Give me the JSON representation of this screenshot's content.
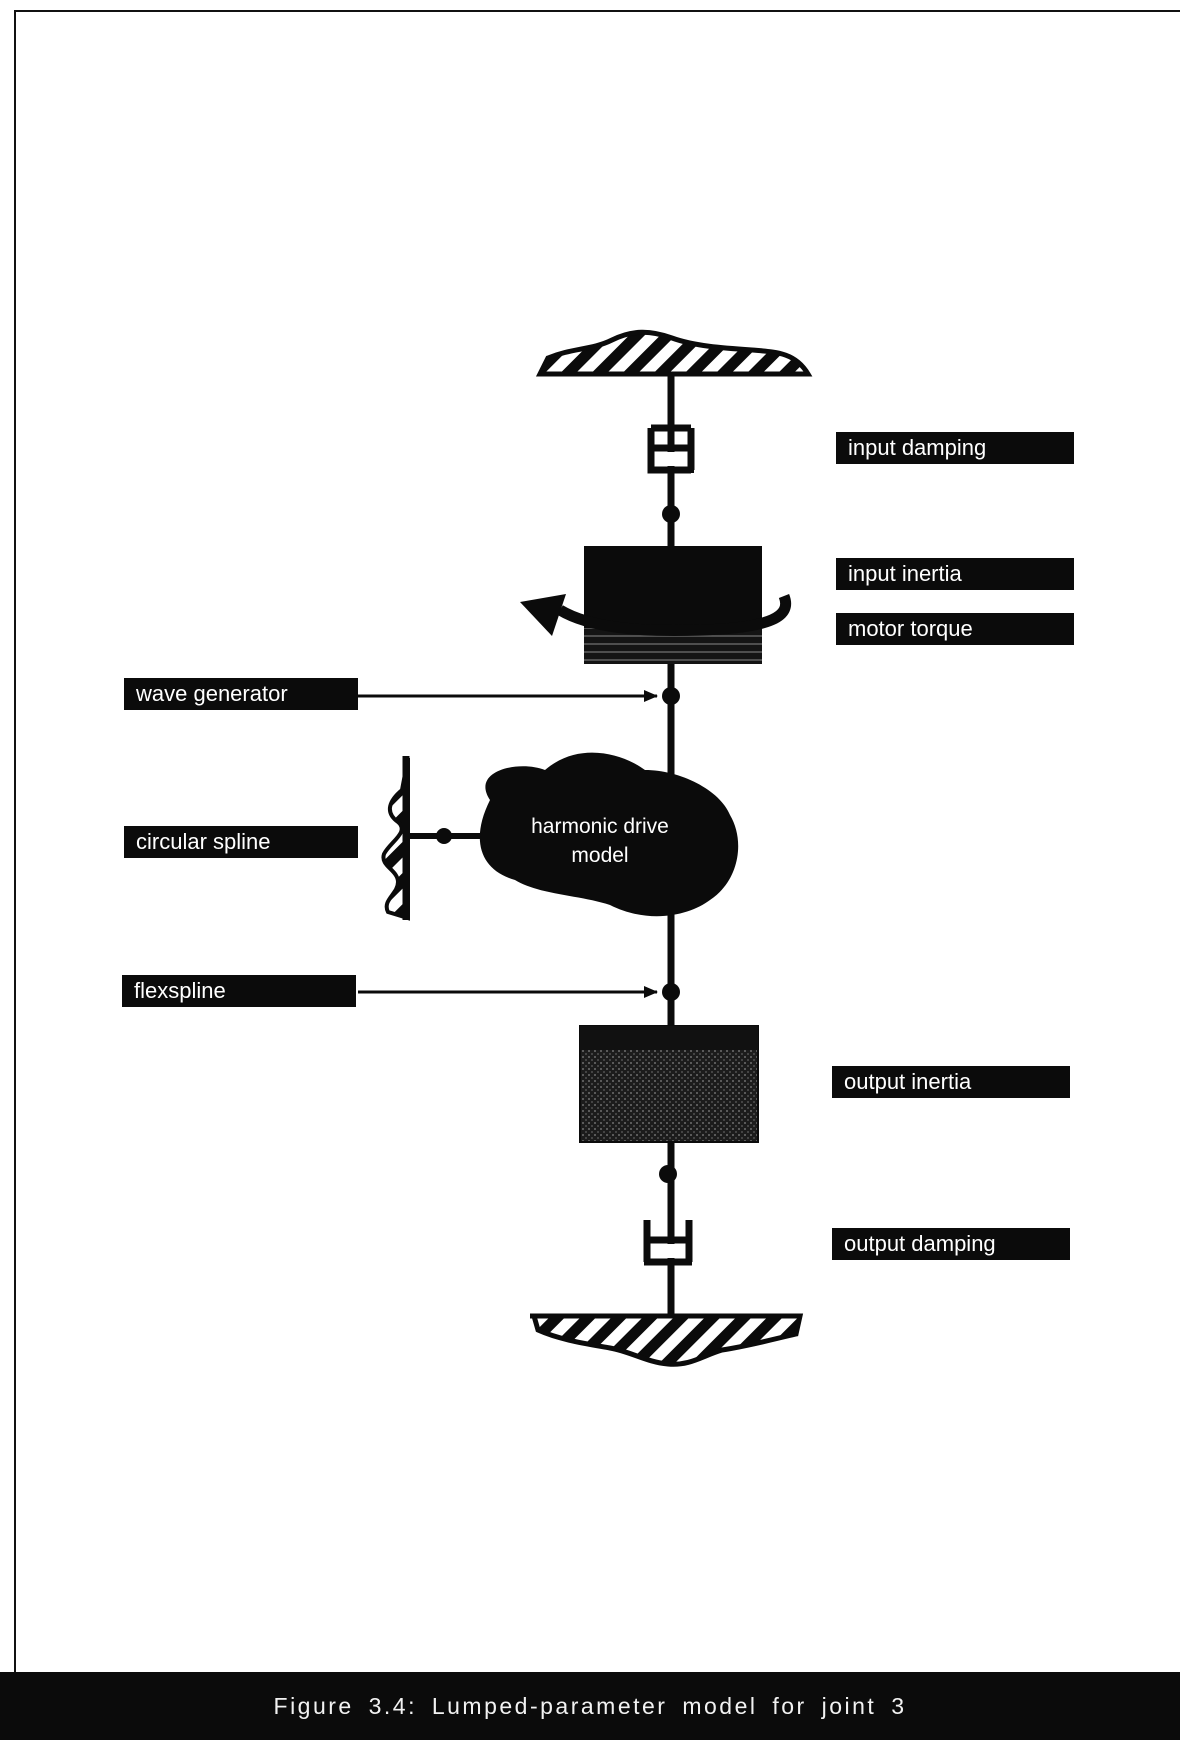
{
  "labels": {
    "input_damping": "input damping",
    "input_inertia": "input inertia",
    "motor_torque": "motor torque",
    "wave_generator": "wave generator",
    "circular_spline": "circular spline",
    "flexspline": "flexspline",
    "output_inertia": "output inertia",
    "output_damping": "output damping"
  },
  "blob": {
    "line1": "harmonic drive",
    "line2": "model"
  },
  "caption": "Figure 3.4:  Lumped-parameter model for joint 3",
  "colors": {
    "ink": "#0b0b0b",
    "paper": "#ffffff",
    "label_text": "#ffffff"
  }
}
